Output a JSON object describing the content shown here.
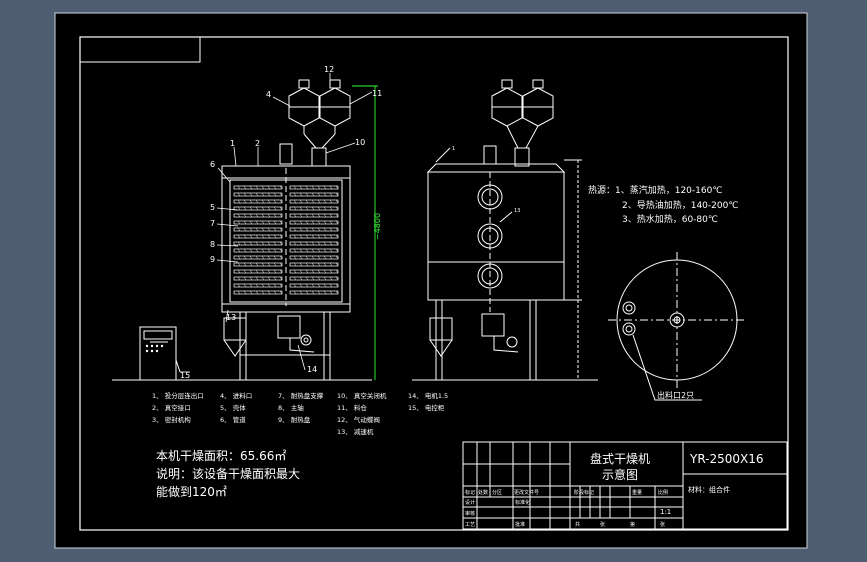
{
  "balloon_numbers": {
    "b1": "1",
    "b2": "2",
    "b4": "4",
    "b5": "5",
    "b6": "6",
    "b7": "7",
    "b8": "8",
    "b9": "9",
    "b10": "10",
    "b11": "11",
    "b12": "12",
    "b13": "13",
    "b14": "14",
    "b15": "15"
  },
  "dimension": "~4800",
  "heat_source": {
    "line1": "热源：1、蒸汽加热，120-160℃",
    "line2": "2、导热油加热，140-200℃",
    "line3": "3、热水加热，60-80℃"
  },
  "outlet_label": "出料口2只",
  "parts_list": [
    {
      "id": "p1",
      "text": "1、 投分层连出口"
    },
    {
      "id": "p2",
      "text": "2、 真空接口"
    },
    {
      "id": "p3",
      "text": "3、 密封机构"
    },
    {
      "id": "p4",
      "text": "4、 进料口"
    },
    {
      "id": "p5",
      "text": "5、 壳体"
    },
    {
      "id": "p6",
      "text": "6、 管道"
    },
    {
      "id": "p7",
      "text": "7、 耐热盘支撑"
    },
    {
      "id": "p8",
      "text": "8、 主轴"
    },
    {
      "id": "p9",
      "text": "9、 耐热盘"
    },
    {
      "id": "p10",
      "text": "10、 真空关闭机"
    },
    {
      "id": "p11",
      "text": "11、 料仓"
    },
    {
      "id": "p12",
      "text": "12、 气动蝶阀"
    },
    {
      "id": "p13",
      "text": "13、 减速机"
    },
    {
      "id": "p14",
      "text": "14、 电机1.5"
    },
    {
      "id": "p15",
      "text": "15、 电控柜"
    }
  ],
  "notes": {
    "area": "本机干燥面积：65.66㎡",
    "desc1": "说明：该设备干燥面积最大",
    "desc2": "能做到120㎡"
  },
  "title_block": {
    "name_line1": "盘式干燥机",
    "name_line2": "示意图",
    "model": "YR-2500X16",
    "material": "材料：组合件",
    "scale": "1:1",
    "cells": {
      "c1": "标记",
      "c2": "处数",
      "c3": "分区",
      "c4": "更改文件号",
      "c5": "设计",
      "c6": "标准化",
      "c7": "审核",
      "c8": "工艺",
      "c9": "批准",
      "c10": "阶段标记",
      "c11": "重量",
      "c12": "比例",
      "c13": "共",
      "c14": "张",
      "c15": "第",
      "c16": "张"
    }
  },
  "colors": {
    "background": "#4e5d71",
    "sheet": "#000000",
    "line": "#ffffff",
    "dimension": "#33ff33",
    "frame": "#ffffff"
  }
}
